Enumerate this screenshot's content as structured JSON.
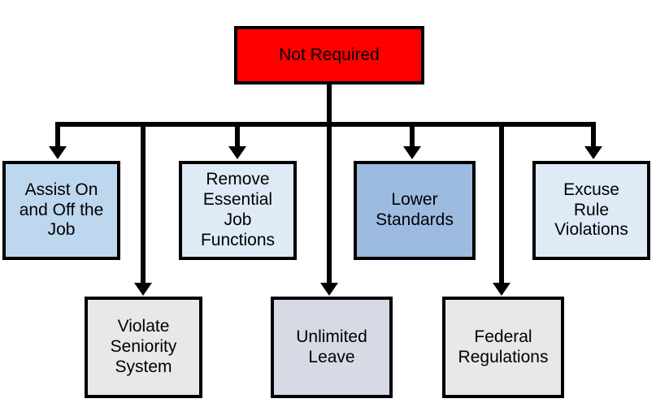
{
  "diagram": {
    "type": "flowchart",
    "title": "Not Required",
    "root": {
      "label": "Not Required",
      "fill": "#FF0000",
      "stroke": "#000000",
      "text_color": "#000000"
    },
    "children": [
      {
        "label": "Assist On\nand Off the\nJob",
        "fill": "#BDD7EE",
        "row": 2
      },
      {
        "label": "Remove\nEssential\nJob\nFunctions",
        "fill": "#DEEAF6",
        "row": 2
      },
      {
        "label": "Violate\nSeniority\nSystem",
        "fill": "#E8E8E8",
        "row": 3
      },
      {
        "label": "Lower\nStandards",
        "fill": "#9DBAE0",
        "row": 2
      },
      {
        "label": "Unlimited\nLeave",
        "fill": "#D5DAE5",
        "row": 3
      },
      {
        "label": "Federal\nRegulations",
        "fill": "#E8E8E8",
        "row": 3
      },
      {
        "label": "Excuse\nRule\nViolations",
        "fill": "#DEEAF6",
        "row": 2
      }
    ],
    "connector_color": "#000000",
    "background": "#FFFFFF"
  }
}
